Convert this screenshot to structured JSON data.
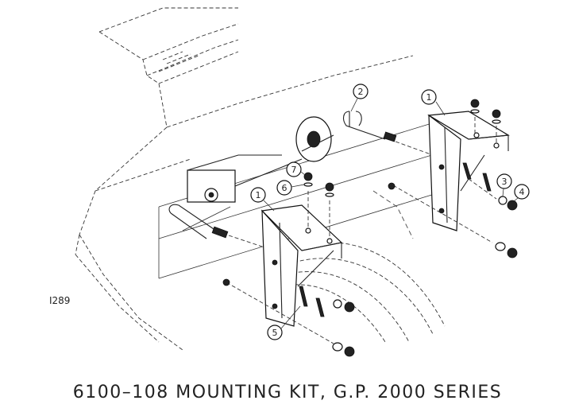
{
  "diagram": {
    "drawing_id": "I289",
    "title": "6100–108   MOUNTING KIT, G.P. 2000 SERIES",
    "callouts": [
      {
        "num": "1"
      },
      {
        "num": "2"
      },
      {
        "num": "1"
      },
      {
        "num": "7"
      },
      {
        "num": "6"
      },
      {
        "num": "3"
      },
      {
        "num": "4"
      },
      {
        "num": "5"
      }
    ]
  }
}
